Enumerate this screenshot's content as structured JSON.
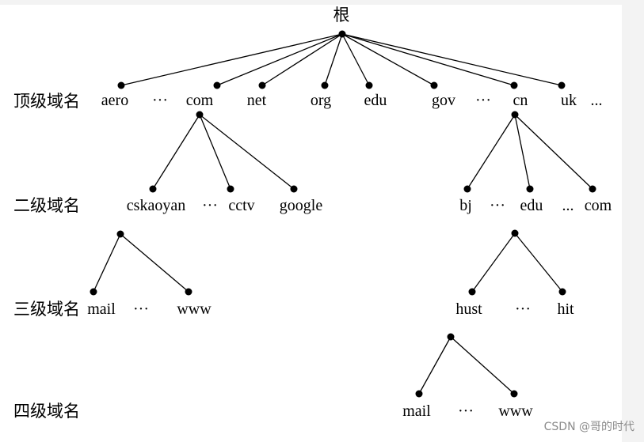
{
  "root": "根",
  "levels": {
    "top": "顶级域名",
    "second": "二级域名",
    "third": "三级域名",
    "fourth": "四级域名"
  },
  "tld": {
    "aero": "aero",
    "ellipsis1": "···",
    "com": "com",
    "net": "net",
    "org": "org",
    "edu": "edu",
    "gov": "gov",
    "ellipsis2": "···",
    "cn": "cn",
    "uk": "uk",
    "more": "..."
  },
  "com_children": {
    "cskaoyan": "cskaoyan",
    "ellipsis": "···",
    "cctv": "cctv",
    "google": "google"
  },
  "cn_children": {
    "bj": "bj",
    "ellipsis1": "···",
    "edu": "edu",
    "ellipsis2": "...",
    "com": "com"
  },
  "cskaoyan_children": {
    "mail": "mail",
    "ellipsis": "···",
    "www": "www"
  },
  "edu_children": {
    "hust": "hust",
    "ellipsis": "···",
    "hit": "hit"
  },
  "hust_children": {
    "mail": "mail",
    "ellipsis": "···",
    "www": "www"
  },
  "watermark": "CSDN @哥的时代"
}
